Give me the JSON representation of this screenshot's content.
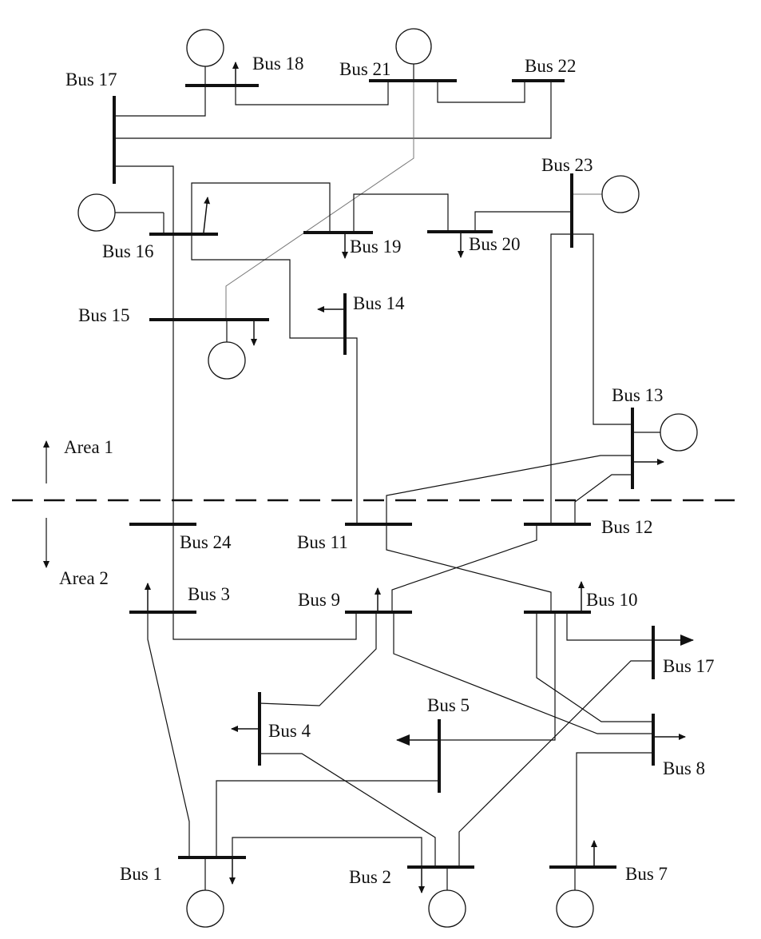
{
  "diagram": {
    "area_top_label": "Area 1",
    "area_bottom_label": "Area 2",
    "buses": {
      "b1": "Bus 1",
      "b2": "Bus 2",
      "b3": "Bus 3",
      "b4": "Bus 4",
      "b5": "Bus 5",
      "b7": "Bus 7",
      "b8": "Bus 8",
      "b9": "Bus 9",
      "b10": "Bus 10",
      "b11": "Bus 11",
      "b12": "Bus 12",
      "b13": "Bus 13",
      "b14": "Bus 14",
      "b15": "Bus 15",
      "b16": "Bus 16",
      "b17_top": "Bus 17",
      "b17_bottom": "Bus 17",
      "b18": "Bus 18",
      "b19": "Bus 19",
      "b20": "Bus 20",
      "b21": "Bus 21",
      "b22": "Bus 22",
      "b23": "Bus 23",
      "b24": "Bus 24"
    }
  }
}
